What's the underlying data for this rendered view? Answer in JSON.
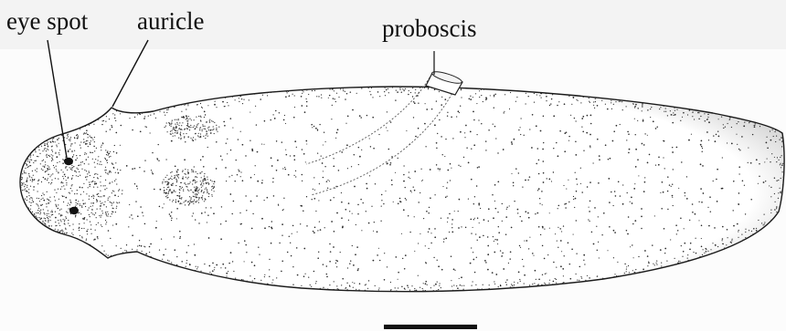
{
  "labels": {
    "eye_spot": "eye spot",
    "auricle": "auricle",
    "proboscis": "proboscis"
  },
  "colors": {
    "ink": "#111111",
    "body_fill": "#ffffff",
    "background": "#fcfcfc",
    "stipple": "#2a2a2a"
  }
}
